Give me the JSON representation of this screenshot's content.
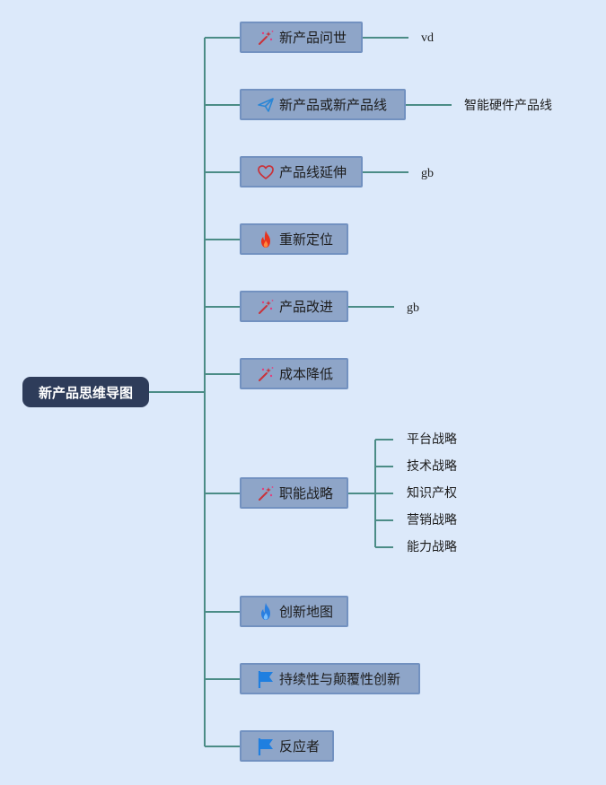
{
  "root": {
    "label": "新产品思维导图"
  },
  "branches": [
    {
      "label": "新产品问世",
      "icon": "magic-wand-icon",
      "children": [
        "vd"
      ]
    },
    {
      "label": "新产品或新产品线",
      "icon": "paper-plane-icon",
      "children": [
        "智能硬件产品线"
      ]
    },
    {
      "label": "产品线延伸",
      "icon": "heart-icon",
      "children": [
        "gb"
      ]
    },
    {
      "label": "重新定位",
      "icon": "red-flame-icon",
      "children": []
    },
    {
      "label": "产品改进",
      "icon": "magic-wand-icon",
      "children": [
        "gb"
      ]
    },
    {
      "label": "成本降低",
      "icon": "magic-wand-icon",
      "children": []
    },
    {
      "label": "职能战略",
      "icon": "magic-wand-icon",
      "children": [
        "平台战略",
        "技术战略",
        "知识产权",
        "营销战略",
        "能力战略"
      ]
    },
    {
      "label": "创新地图",
      "icon": "blue-flame-icon",
      "children": []
    },
    {
      "label": "持续性与颠覆性创新",
      "icon": "flag-icon",
      "children": []
    },
    {
      "label": "反应者",
      "icon": "flag-icon",
      "children": []
    }
  ],
  "colors": {
    "connector": "#4b8c86",
    "root_fill": "#2e3c5a",
    "node_fill": "#8ea5c8",
    "node_border": "#7291c0",
    "background": "#dce9fa"
  }
}
